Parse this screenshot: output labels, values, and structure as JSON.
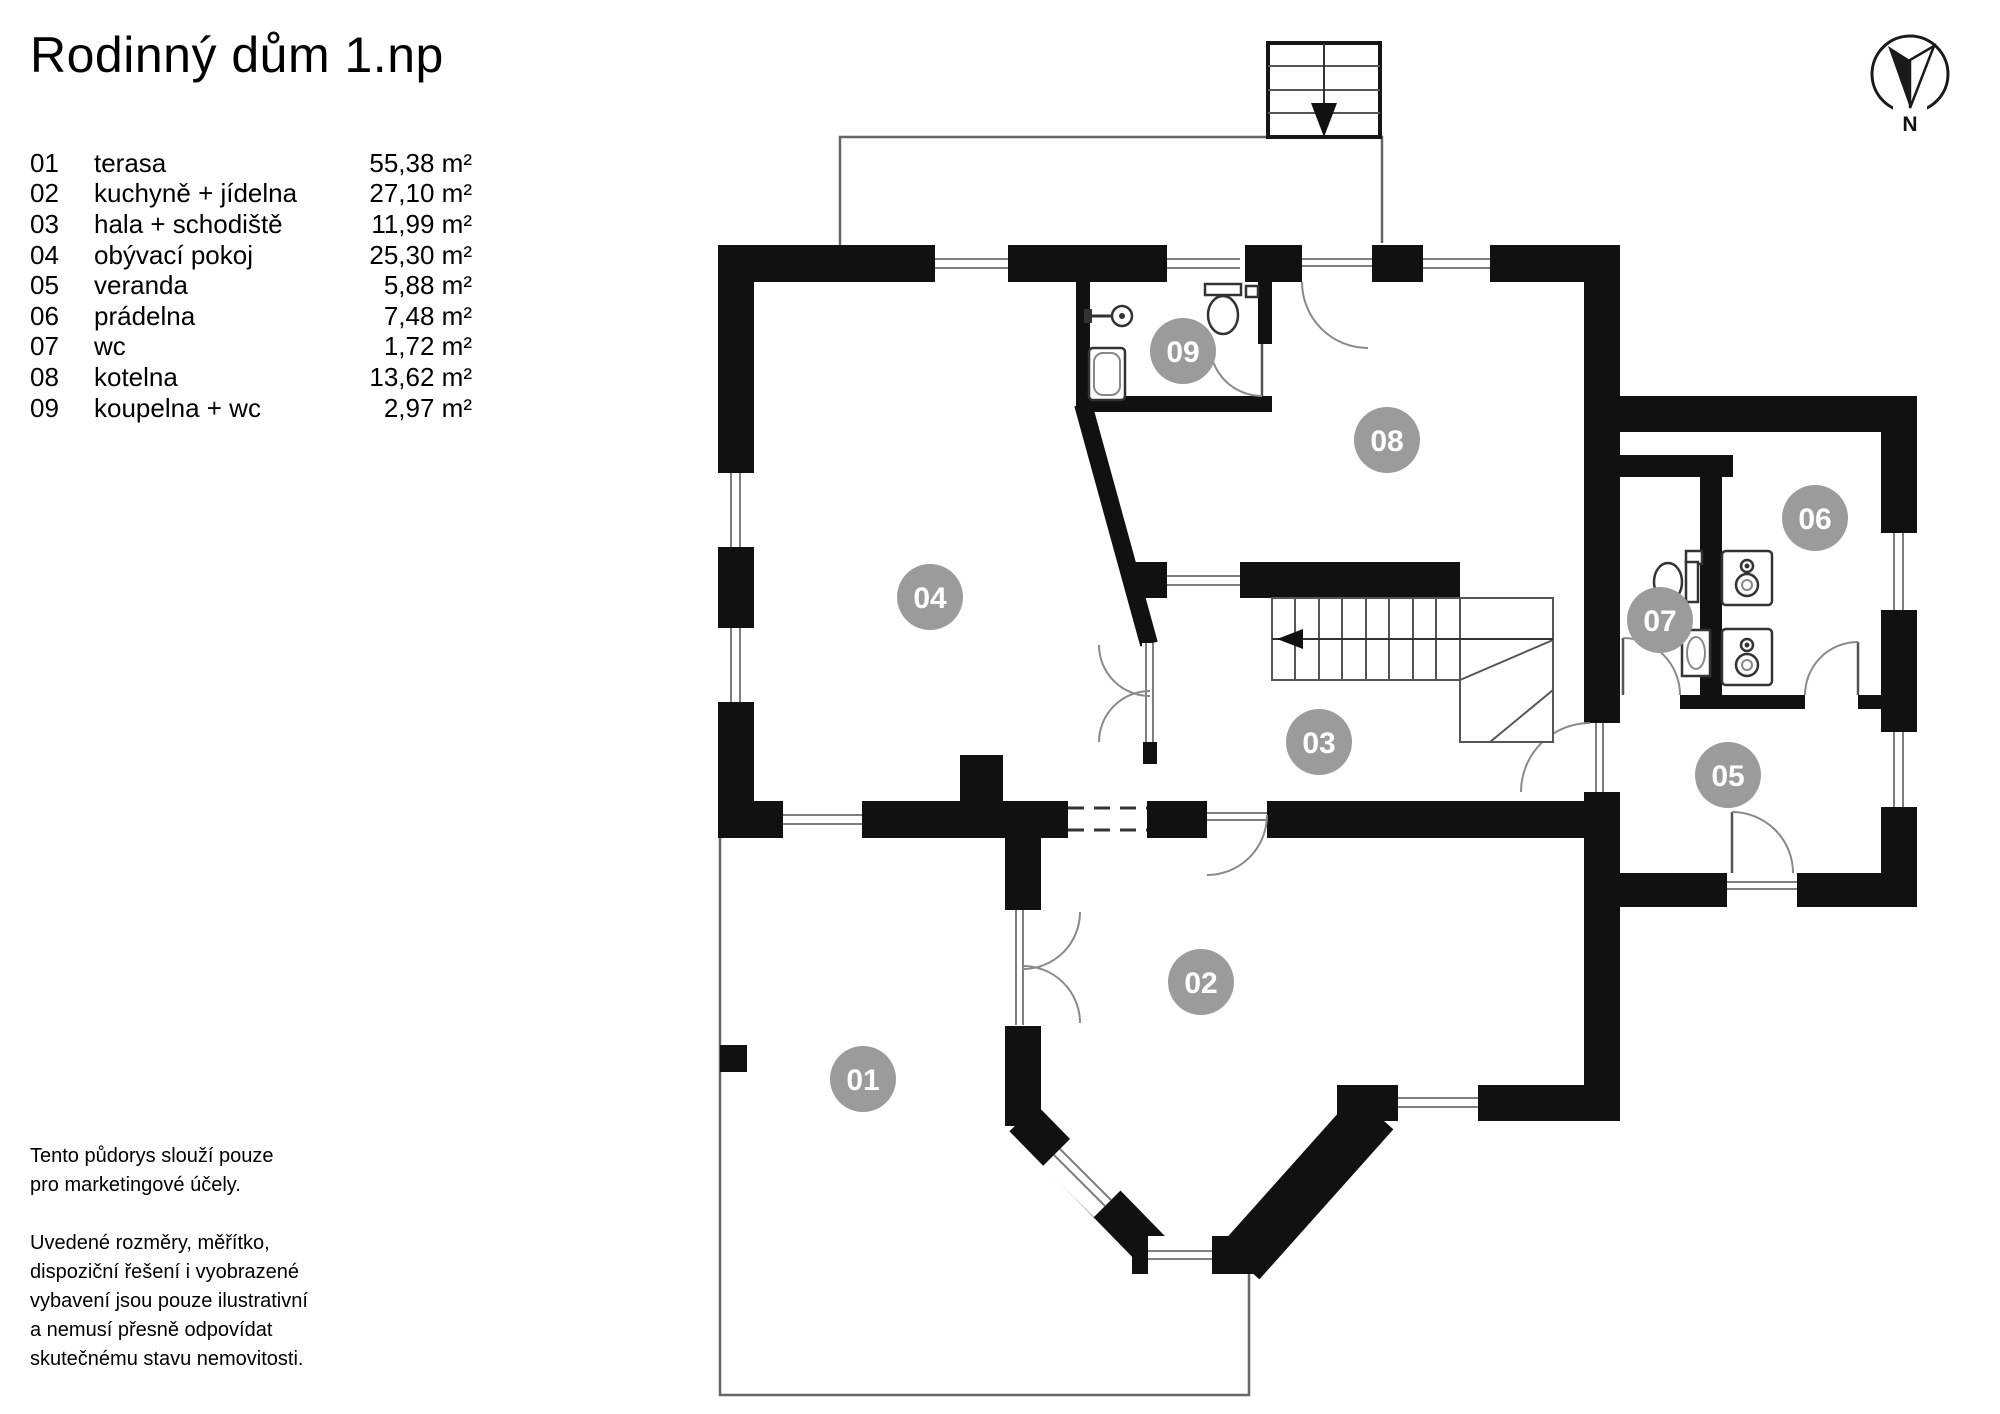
{
  "title": "Rodinný dům 1.np",
  "compass": {
    "label": "N"
  },
  "legend": {
    "rows": [
      {
        "number": "01",
        "name": "terasa",
        "area": "55,38 m²"
      },
      {
        "number": "02",
        "name": "kuchyně + jídelna",
        "area": "27,10 m²"
      },
      {
        "number": "03",
        "name": "hala + schodiště",
        "area": "11,99 m²"
      },
      {
        "number": "04",
        "name": "obývací pokoj",
        "area": "25,30 m²"
      },
      {
        "number": "05",
        "name": "veranda",
        "area": "5,88 m²"
      },
      {
        "number": "06",
        "name": "prádelna",
        "area": "7,48 m²"
      },
      {
        "number": "07",
        "name": "wc",
        "area": "1,72 m²"
      },
      {
        "number": "08",
        "name": "kotelna",
        "area": "13,62 m²"
      },
      {
        "number": "09",
        "name": "koupelna + wc",
        "area": "2,97 m²"
      }
    ]
  },
  "disclaimer": {
    "p1_lines": [
      "Tento půdorys slouží pouze",
      "pro marketingové účely."
    ],
    "p2_lines": [
      "Uvedené rozměry, měřítko,",
      "dispoziční řešení i vyobrazené",
      "vybavení jsou pouze ilustrativní",
      "a nemusí přesně odpovídat",
      "skutečnému stavu nemovitosti."
    ]
  },
  "colors": {
    "wall": "#111111",
    "badge": "#9b9b9b",
    "accent_line": "#666666"
  }
}
